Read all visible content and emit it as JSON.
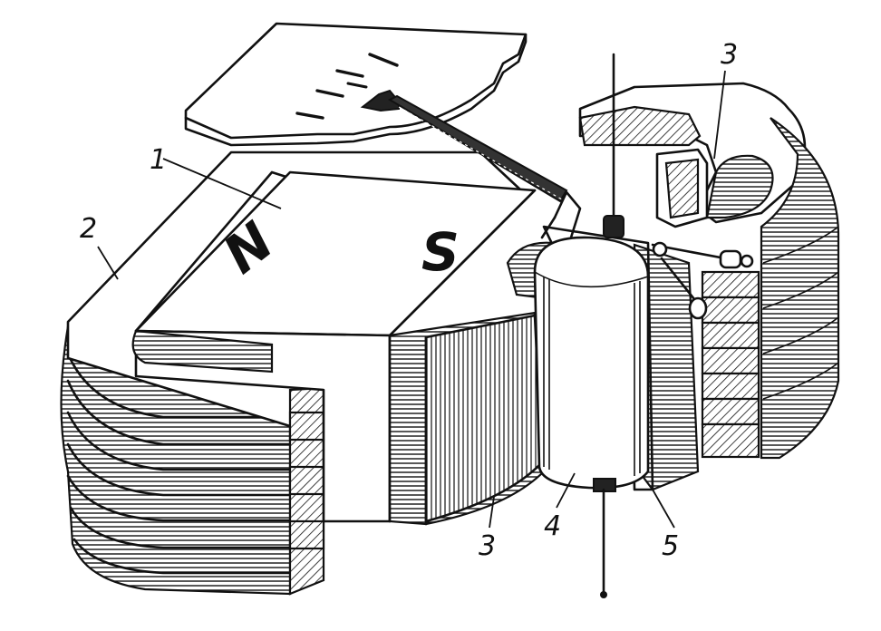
{
  "labels": {
    "pole_north": "N",
    "pole_south": "S",
    "callout_1": "1",
    "callout_2": "2",
    "callout_3_top": "3",
    "callout_3_bottom": "3",
    "callout_4": "4",
    "callout_5": "5"
  },
  "colors": {
    "ink": "#111111",
    "paper": "#ffffff"
  }
}
